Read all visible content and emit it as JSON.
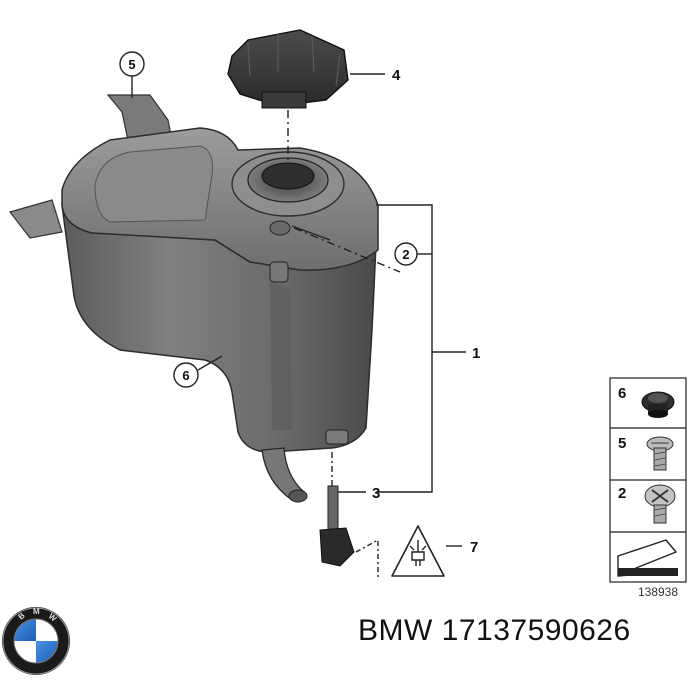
{
  "diagram": {
    "callouts": {
      "tank": "1",
      "screw_a": "2",
      "sensor": "3",
      "cap": "4",
      "screw_b": "5",
      "grommet": "6",
      "warning": "7"
    },
    "legend": {
      "row1": "6",
      "row2": "5",
      "row3": "2"
    },
    "reference_number": "138938"
  },
  "footer": {
    "brand": "BMW",
    "part_number": "17137590626",
    "text": "BMW 17137590626"
  },
  "colors": {
    "tank_body": "#6e6e6e",
    "tank_dark": "#4a4a4a",
    "tank_light": "#9a9a9a",
    "line": "#222222",
    "bmw_blue": "#1c69d4"
  }
}
